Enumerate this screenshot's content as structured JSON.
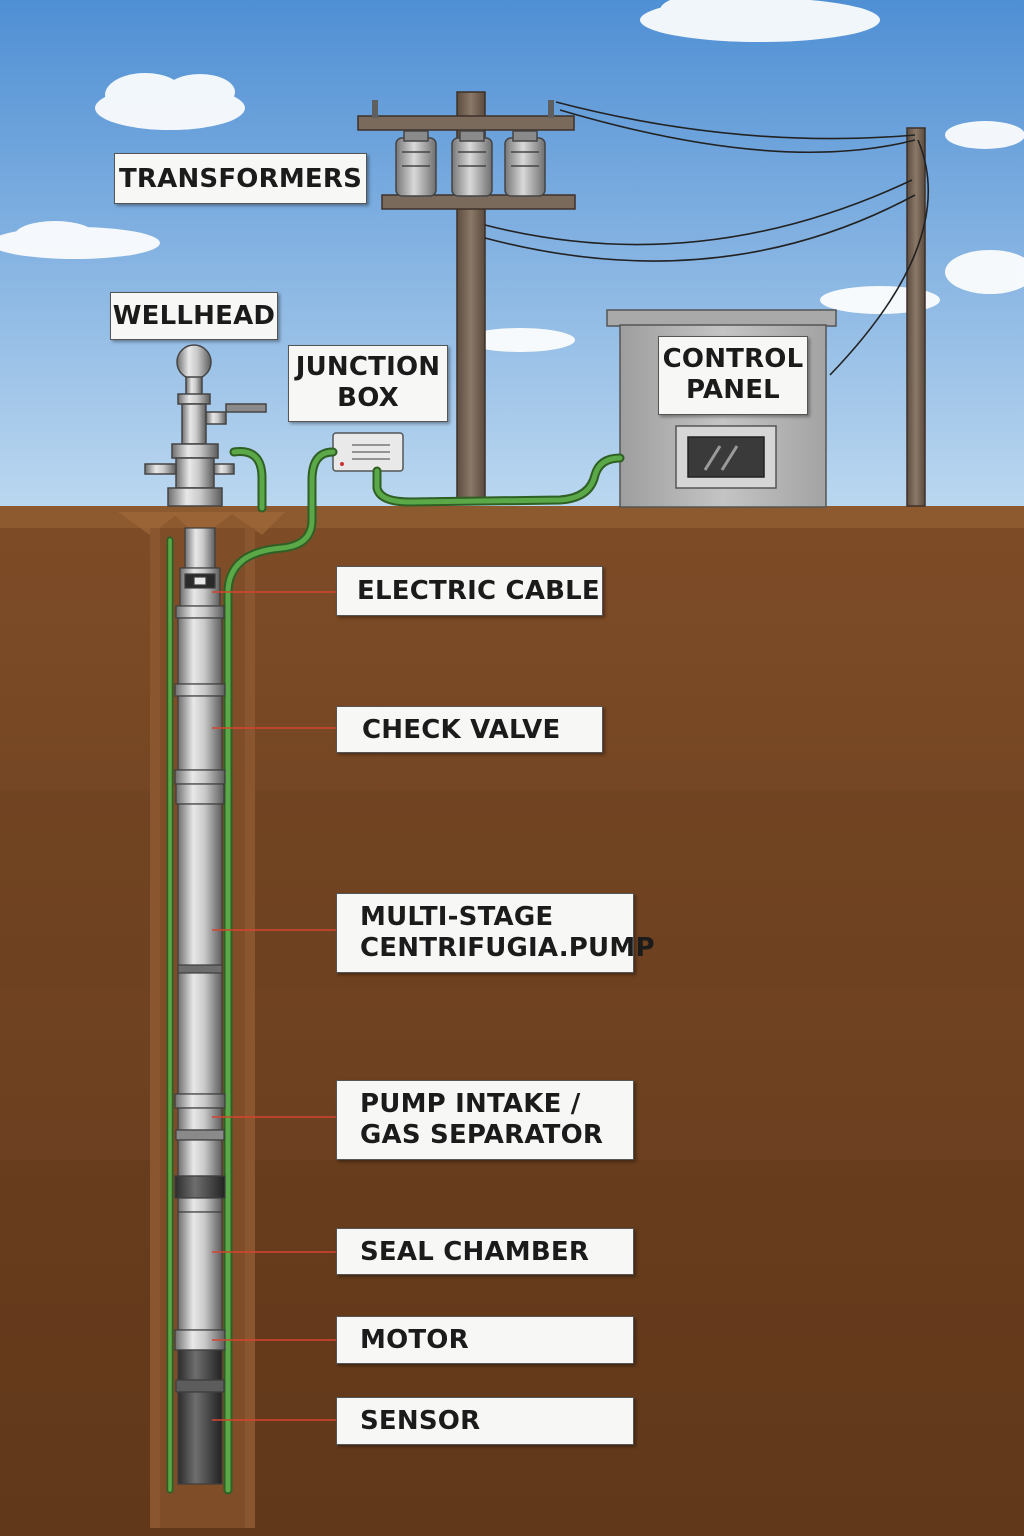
{
  "diagram": {
    "surface_labels": {
      "transformers": "TRANSFORMERS",
      "wellhead": "WELLHEAD",
      "junction_box": [
        "JUNCTION",
        "BOX"
      ],
      "control_panel": [
        "CONTROL",
        "PANEL"
      ]
    },
    "downhole_labels": {
      "electric_cable": [
        "ELECTRIC CABLE"
      ],
      "check_valve": [
        "CHECK VALVE"
      ],
      "multi_stage_pump": [
        "MULTI-STAGE",
        "CENTRIFUGIA.PUMP"
      ],
      "pump_intake": [
        "PUMP INTAKE /",
        "GAS SEPARATOR"
      ],
      "seal_chamber": [
        "SEAL CHAMBER"
      ],
      "motor": [
        "MOTOR"
      ],
      "sensor": [
        "SENSOR"
      ]
    },
    "colors": {
      "sky_top": "#4f8fd4",
      "sky_bottom": "#bcd8f0",
      "soil": "#7a4a26",
      "soil_dark": "#5e3518",
      "cable": "#4e9a3e",
      "leader_line": "#d5442f",
      "pole": "#7d6b5c",
      "panel": "#b9b9b9"
    }
  }
}
